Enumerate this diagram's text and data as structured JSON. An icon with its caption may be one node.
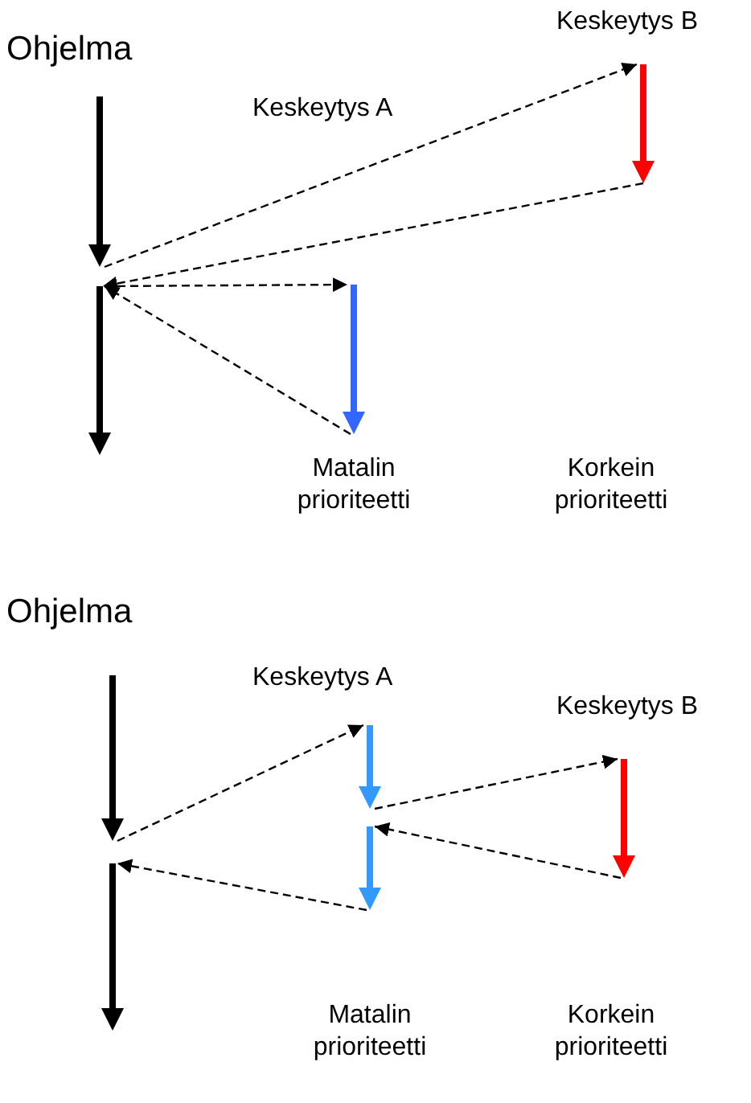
{
  "diagram": {
    "nodes": [
      {
        "text": [],
        "shape": "arrow"
      },
      {
        "text": [],
        "shape": "arrow"
      },
      {
        "text": [],
        "shape": "arrow"
      },
      {
        "text": [],
        "shape": "arrow"
      },
      {
        "text": [],
        "shape": "arrow"
      },
      {
        "text": [],
        "shape": "arrow"
      },
      {
        "text": [],
        "shape": "arrow"
      },
      {
        "text": [],
        "shape": "arrow"
      },
      {
        "text": [],
        "shape": "arrow"
      }
    ],
    "edges": [
      {
        "from": 0,
        "to": 2,
        "arrow": "to",
        "style": "dashed"
      },
      {
        "from": 2,
        "to": 1,
        "arrow": "to",
        "style": "dashed"
      },
      {
        "from": 1,
        "to": 3,
        "arrow": "to",
        "style": "dashed"
      },
      {
        "from": 3,
        "to": 1,
        "arrow": "to",
        "style": "dashed"
      },
      {
        "from": 4,
        "to": 6,
        "arrow": "to",
        "style": "dashed"
      },
      {
        "from": 6,
        "to": 8,
        "arrow": "to",
        "style": "dashed"
      },
      {
        "from": 8,
        "to": 7,
        "arrow": "to",
        "style": "dashed"
      },
      {
        "from": 7,
        "to": 5,
        "arrow": "to",
        "style": "dashed"
      }
    ],
    "labels": [
      "Ohjelma",
      "Keskeytys B",
      "Keskeytys A",
      "Matalin prioriteetti",
      "Korkein prioriteetti",
      "Ohjelma",
      "Keskeytys A",
      "Keskeytys B",
      "Matalin prioriteetti",
      "Korkein prioriteetti"
    ]
  }
}
